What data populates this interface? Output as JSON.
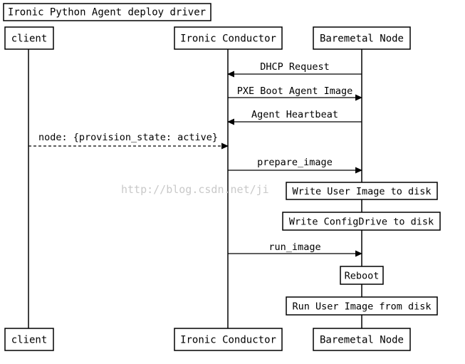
{
  "title": "Ironic Python Agent deploy driver",
  "participants": [
    {
      "id": "client",
      "label": "client"
    },
    {
      "id": "conductor",
      "label": "Ironic Conductor"
    },
    {
      "id": "node",
      "label": "Baremetal Node"
    }
  ],
  "messages": [
    {
      "from": "node",
      "to": "conductor",
      "label": "DHCP Request",
      "style": "solid"
    },
    {
      "from": "conductor",
      "to": "node",
      "label": "PXE Boot Agent Image",
      "style": "solid"
    },
    {
      "from": "node",
      "to": "conductor",
      "label": "Agent Heartbeat",
      "style": "solid"
    },
    {
      "from": "client",
      "to": "conductor",
      "label": "node: {provision_state: active}",
      "style": "dashed"
    },
    {
      "from": "conductor",
      "to": "node",
      "label": "prepare_image",
      "style": "solid"
    },
    {
      "from": "conductor",
      "to": "node",
      "label": "run_image",
      "style": "solid"
    }
  ],
  "notes": [
    {
      "on": "node",
      "label": "Write User Image to disk"
    },
    {
      "on": "node",
      "label": "Write ConfigDrive to disk"
    },
    {
      "on": "node",
      "label": "Reboot"
    },
    {
      "on": "node",
      "label": "Run User Image from disk"
    }
  ],
  "watermark": "http://blog.csdn.net/ji"
}
